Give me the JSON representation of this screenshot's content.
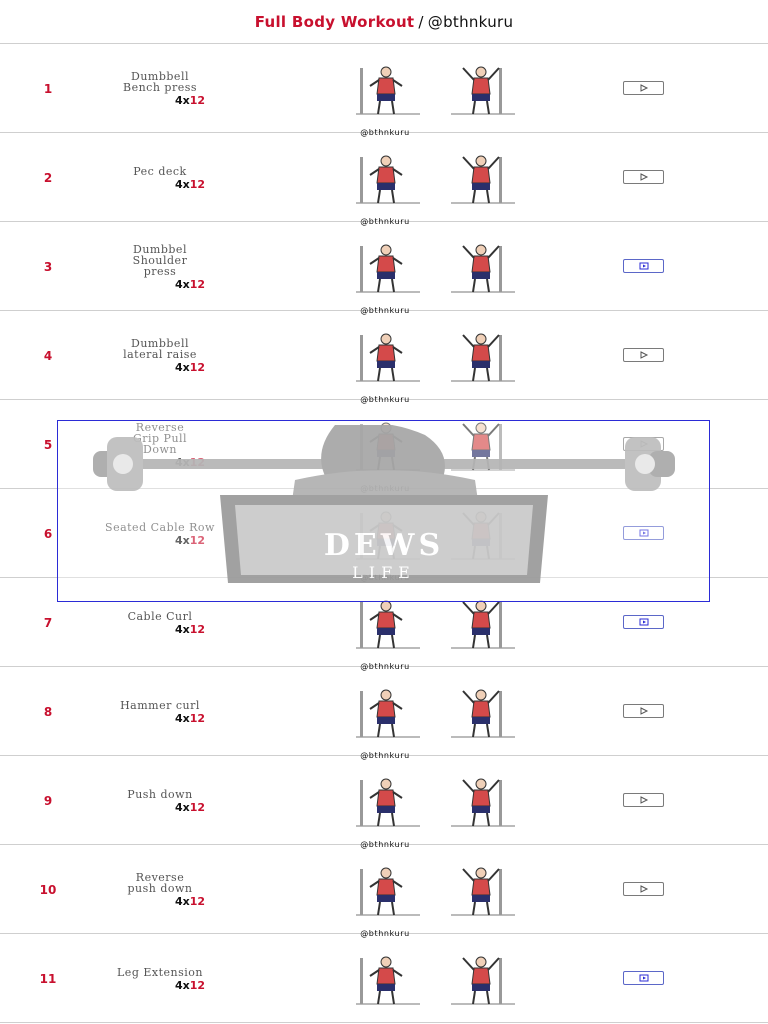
{
  "header": {
    "title": "Full Body Workout",
    "separator": "/",
    "handle": "@bthnkuru"
  },
  "watermark_text": "@bthnkuru",
  "logo": {
    "text": "DEWS",
    "subtext": "LIFE"
  },
  "exercises": [
    {
      "num": "1",
      "name_lines": [
        "Dumbbell",
        "Bench press"
      ],
      "sets": "4x",
      "reps": "12",
      "play_style": "gray"
    },
    {
      "num": "2",
      "name_lines": [
        "Pec deck"
      ],
      "sets": "4x",
      "reps": "12",
      "play_style": "gray"
    },
    {
      "num": "3",
      "name_lines": [
        "Dumbbel",
        "Shoulder",
        "press"
      ],
      "sets": "4x",
      "reps": "12",
      "play_style": "blue"
    },
    {
      "num": "4",
      "name_lines": [
        "Dumbbell",
        "lateral raise"
      ],
      "sets": "4x",
      "reps": "12",
      "play_style": "gray"
    },
    {
      "num": "5",
      "name_lines": [
        "Reverse",
        "Grip Pull",
        "Down"
      ],
      "sets": "4x",
      "reps": "12",
      "play_style": "gray"
    },
    {
      "num": "6",
      "name_lines": [
        "Seated Cable Row"
      ],
      "sets": "4x",
      "reps": "12",
      "play_style": "blue"
    },
    {
      "num": "7",
      "name_lines": [
        "Cable Curl"
      ],
      "sets": "4x",
      "reps": "12",
      "play_style": "blue"
    },
    {
      "num": "8",
      "name_lines": [
        "Hammer curl"
      ],
      "sets": "4x",
      "reps": "12",
      "play_style": "gray"
    },
    {
      "num": "9",
      "name_lines": [
        "Push down"
      ],
      "sets": "4x",
      "reps": "12",
      "play_style": "gray"
    },
    {
      "num": "10",
      "name_lines": [
        "Reverse",
        "push down"
      ],
      "sets": "4x",
      "reps": "12",
      "play_style": "gray"
    },
    {
      "num": "11",
      "name_lines": [
        "Leg Extension"
      ],
      "sets": "4x",
      "reps": "12",
      "play_style": "blue"
    }
  ],
  "colors": {
    "accent_red": "#c8102e",
    "play_blue": "#5b67c8",
    "overlay_border": "#2b2bd6"
  },
  "icons": {
    "play": "play-video-icon",
    "figure": "exercise-figure-illustration"
  }
}
